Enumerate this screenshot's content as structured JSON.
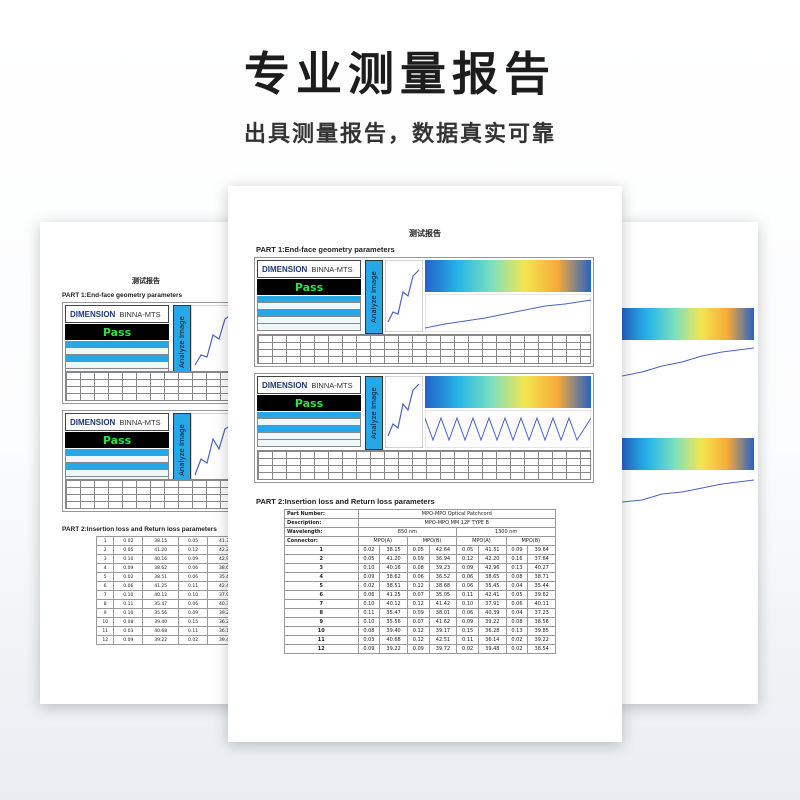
{
  "headline": "专业测量报告",
  "subline": "出具测量报告，数据真实可靠",
  "report": {
    "title": "测试报告",
    "part1": "PART 1:End-face geometry parameters",
    "part2": "PART 2:Insertion loss and Return loss parameters",
    "logo": "DIMENSION",
    "company": "BINNA-MTS",
    "result": "Pass",
    "analyze": "Analyze Image",
    "table": {
      "part_number_label": "Part Number:",
      "part_number": "MPO-MPO Optical Patchcord",
      "description_label": "Description:",
      "description": "MPO-MPO MM 12F TYPE B",
      "wavelength_label": "Wavelength:",
      "wl1": "850 nm",
      "wl2": "1300 nm",
      "connector_label": "Connector:",
      "conn_a": "MPO(A)",
      "conn_b": "MPO(B)",
      "rows": [
        [
          "1",
          "0.02",
          "38.15",
          "0.05",
          "42.64",
          "0.05",
          "41.31",
          "0.09",
          "39.64"
        ],
        [
          "2",
          "0.05",
          "41.20",
          "0.09",
          "36.94",
          "0.12",
          "42.20",
          "0.16",
          "37.64"
        ],
        [
          "3",
          "0.10",
          "40.16",
          "0.08",
          "39.23",
          "0.09",
          "42.96",
          "0.13",
          "40.27"
        ],
        [
          "4",
          "0.09",
          "38.62",
          "0.06",
          "36.52",
          "0.06",
          "38.65",
          "0.08",
          "38.71"
        ],
        [
          "5",
          "0.02",
          "38.51",
          "0.12",
          "38.68",
          "0.06",
          "35.45",
          "0.04",
          "35.44"
        ],
        [
          "6",
          "0.06",
          "41.25",
          "0.07",
          "35.05",
          "0.11",
          "42.41",
          "0.05",
          "39.62"
        ],
        [
          "7",
          "0.10",
          "40.12",
          "0.12",
          "41.42",
          "0.10",
          "37.91",
          "0.06",
          "40.11"
        ],
        [
          "8",
          "0.11",
          "35.47",
          "0.09",
          "38.01",
          "0.06",
          "40.39",
          "0.04",
          "37.23"
        ],
        [
          "9",
          "0.10",
          "35.56",
          "0.07",
          "41.62",
          "0.09",
          "39.22",
          "0.08",
          "38.56"
        ],
        [
          "10",
          "0.08",
          "39.40",
          "0.12",
          "39.17",
          "0.15",
          "36.28",
          "0.13",
          "39.85"
        ],
        [
          "11",
          "0.03",
          "40.68",
          "0.12",
          "42.51",
          "0.11",
          "36.14",
          "0.02",
          "39.22"
        ],
        [
          "12",
          "0.09",
          "39.22",
          "0.09",
          "39.72",
          "0.02",
          "39.48",
          "0.02",
          "38.54"
        ]
      ]
    }
  }
}
